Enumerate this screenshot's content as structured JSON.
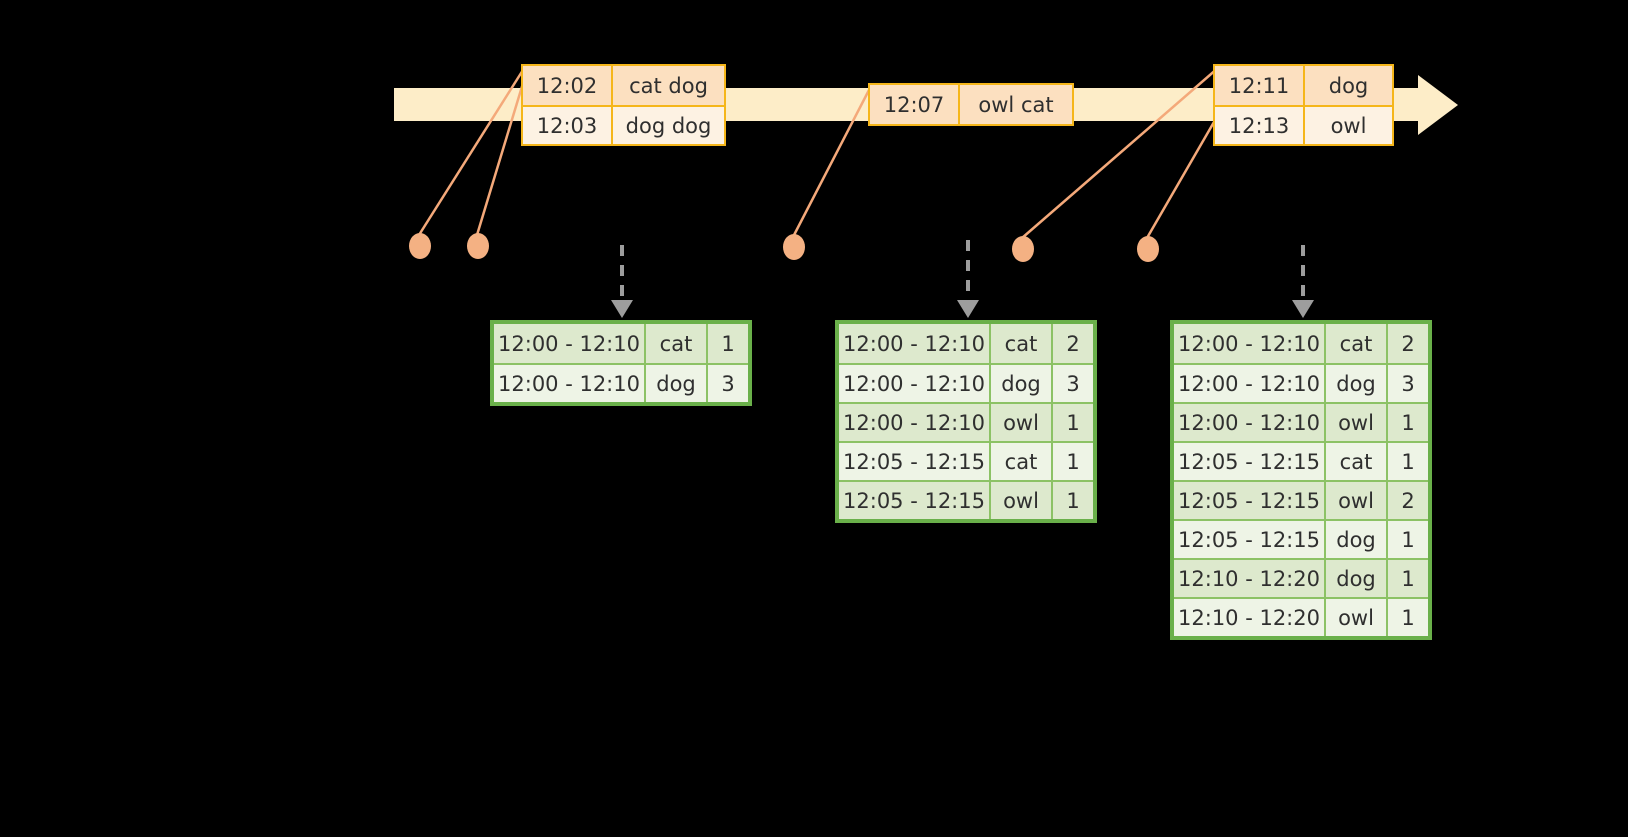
{
  "timeline": {
    "name": "event-stream-timeline",
    "events": [
      {
        "id": "evt-1",
        "rows": [
          {
            "time": "12:02",
            "value": "cat dog"
          },
          {
            "time": "12:03",
            "value": "dog dog"
          }
        ]
      },
      {
        "id": "evt-2",
        "rows": [
          {
            "time": "12:07",
            "value": "owl cat"
          }
        ]
      },
      {
        "id": "evt-3",
        "rows": [
          {
            "time": "12:11",
            "value": "dog"
          },
          {
            "time": "12:13",
            "value": "owl"
          }
        ]
      }
    ]
  },
  "tables": [
    {
      "id": "tbl-1",
      "rows": [
        {
          "window": "12:00 - 12:10",
          "key": "cat",
          "count": "1"
        },
        {
          "window": "12:00 - 12:10",
          "key": "dog",
          "count": "3"
        }
      ]
    },
    {
      "id": "tbl-2",
      "rows": [
        {
          "window": "12:00 - 12:10",
          "key": "cat",
          "count": "2"
        },
        {
          "window": "12:00 - 12:10",
          "key": "dog",
          "count": "3"
        },
        {
          "window": "12:00 - 12:10",
          "key": "owl",
          "count": "1"
        },
        {
          "window": "12:05 - 12:15",
          "key": "cat",
          "count": "1"
        },
        {
          "window": "12:05 - 12:15",
          "key": "owl",
          "count": "1"
        }
      ]
    },
    {
      "id": "tbl-3",
      "rows": [
        {
          "window": "12:00 - 12:10",
          "key": "cat",
          "count": "2"
        },
        {
          "window": "12:00 - 12:10",
          "key": "dog",
          "count": "3"
        },
        {
          "window": "12:00 - 12:10",
          "key": "owl",
          "count": "1"
        },
        {
          "window": "12:05 - 12:15",
          "key": "cat",
          "count": "1"
        },
        {
          "window": "12:05 - 12:15",
          "key": "owl",
          "count": "2"
        },
        {
          "window": "12:05 - 12:15",
          "key": "dog",
          "count": "1"
        },
        {
          "window": "12:10 - 12:20",
          "key": "dog",
          "count": "1"
        },
        {
          "window": "12:10 - 12:20",
          "key": "owl",
          "count": "1"
        }
      ]
    }
  ],
  "colors": {
    "background": "#000000",
    "timeline_bar": "#fdedc8",
    "event_border": "#f5b61a",
    "event_fill_alt": "#fce0c0",
    "event_fill": "#fdf2e3",
    "dot": "#f4b183",
    "leader_line": "#f4a97a",
    "table_border": "#6ab04a",
    "table_fill": "#eef4e6",
    "table_fill_shade": "#dde9cd",
    "dashed_arrow": "#9d9d9d"
  }
}
